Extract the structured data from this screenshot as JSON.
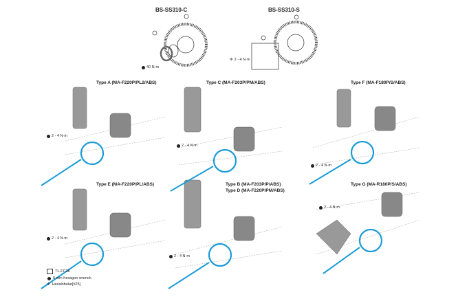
{
  "headers": {
    "left": "BS-SS310-C",
    "right": "BS-SS310-S"
  },
  "disc_torques": {
    "left": "40 N·m",
    "right": "2 - 4 N·m"
  },
  "types": {
    "a": "Type A (MA-F220P/PL2/ABS)",
    "c": "Type C (MA-F203P/PM/ABS)",
    "f": "Type F (MA-F180P/S/ABS)",
    "e": "Type E (MA-F220P/PL/ABS)",
    "b": "Type B (MA-F203P/P/ABS)",
    "d": "Type D (MA-F220P/PM/ABS)",
    "g": "Type G (MA-R180P/S/ABS)"
  },
  "torque": "2 - 4 N·m",
  "legend": {
    "tool": "TL-FC36",
    "hex": "5 mm hexagon wrench",
    "hexalobular": "Hexalobular[#25]"
  },
  "colors": {
    "highlight": "#1a9bd7",
    "parts": "#8a8a8a",
    "lines": "#555555"
  }
}
